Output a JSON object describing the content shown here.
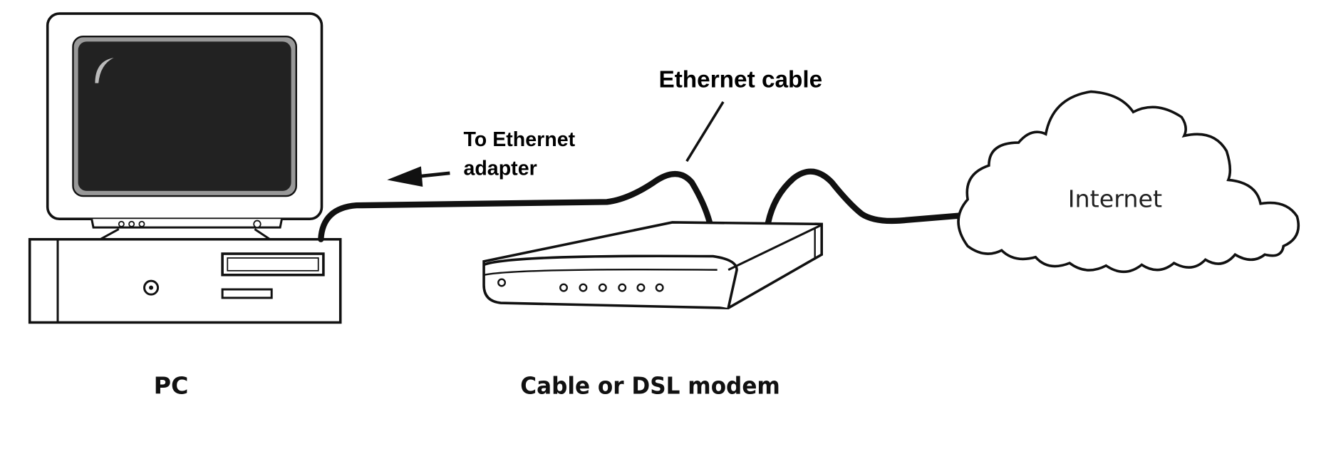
{
  "labels": {
    "ethernet_cable": "Ethernet cable",
    "to_adapter_line1": "To Ethernet",
    "to_adapter_line2": "adapter",
    "internet": "Internet",
    "pc": "PC",
    "modem": "Cable or DSL modem"
  },
  "colors": {
    "line": "#111111",
    "screen": "#222222",
    "background": "#ffffff"
  }
}
